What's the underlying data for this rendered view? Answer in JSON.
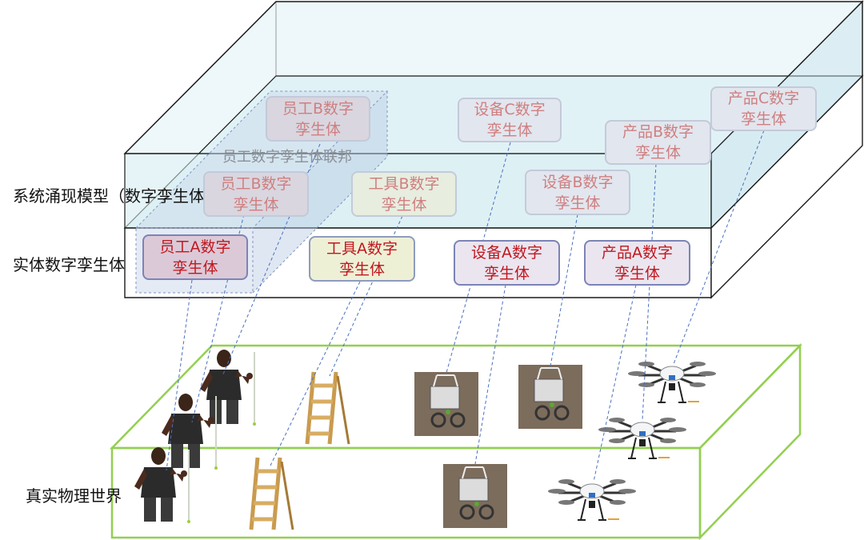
{
  "layers": {
    "system": "系统涌现模型（数字孪生体）",
    "entity": "实体数字孪生体",
    "physical": "真实物理世界"
  },
  "federation_label": "员工数字孪生体联邦",
  "twins": {
    "employee_a": "员工A数字\n孪生体",
    "tool_a": "工具A数字\n孪生体",
    "device_a": "设备A数字\n孪生体",
    "product_a": "产品A数字\n孪生体",
    "employee_b_front": "员工B数字\n孪生体",
    "tool_b": "工具B数字\n孪生体",
    "device_b": "设备B数字\n孪生体",
    "product_b": "产品B数字\n孪生体",
    "employee_b_back": "员工B数字\n孪生体",
    "device_c": "设备C数字\n孪生体",
    "product_c": "产品C数字\n孪生体"
  },
  "physical_objects": [
    "person-icon",
    "ladder-icon",
    "machine-icon",
    "drone-icon"
  ],
  "colors": {
    "box_edge": "#1a1a1a",
    "physical_box": "#92d050",
    "link_line": "#4a6fc1",
    "twin_text": "#c0181f",
    "federation_fill": "#c9d6ea"
  }
}
